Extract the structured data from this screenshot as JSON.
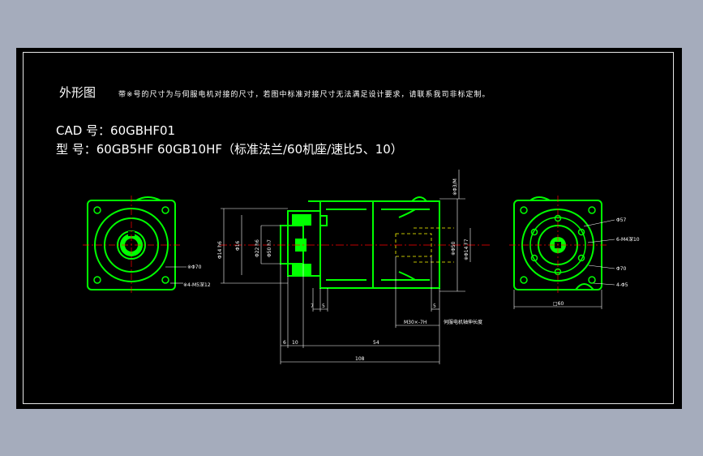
{
  "title": "外形图",
  "note": "带※号的尺寸为与伺服电机对接的尺寸，若图中标准对接尺寸无法满足设计要求，请联系我司非标定制。",
  "cad_line": "CAD 号：60GBHF01",
  "model_line": "型  号：60GB5HF   60GB10HF（标准法兰/60机座/速比5、10）",
  "colors": {
    "background": "#a5acbc",
    "sheet": "#000000",
    "part": "#00ff00",
    "dimension": "#ffffff",
    "center_line": "#ff0000",
    "hidden_line": "#ffff00"
  },
  "dims": {
    "dia70_left": "※Φ70",
    "holes_left": "※4-M5深12",
    "len_7": "7",
    "len_5": "5",
    "len_6": "6",
    "len_10": "10",
    "len_54": "54",
    "len_total": "108",
    "len_5b": "5",
    "shaft_note": "M30×-7H",
    "motor_note": "伺服电机轴伸长度",
    "dia_b1": "Φ14 h6",
    "dia_b2": "Φ16",
    "dia_b3": "Φ22 h6",
    "dia_b4": "Φ50 h7",
    "dia_b5": "※Φ50",
    "dia_b6": "※Φ14 F7",
    "vert_right": "※Φ3/M",
    "dia57": "Φ57",
    "holes_right1": "6-M4深10",
    "dia70_right": "Φ70",
    "holes_right2": "4-Φ5",
    "side_60": "□60"
  }
}
